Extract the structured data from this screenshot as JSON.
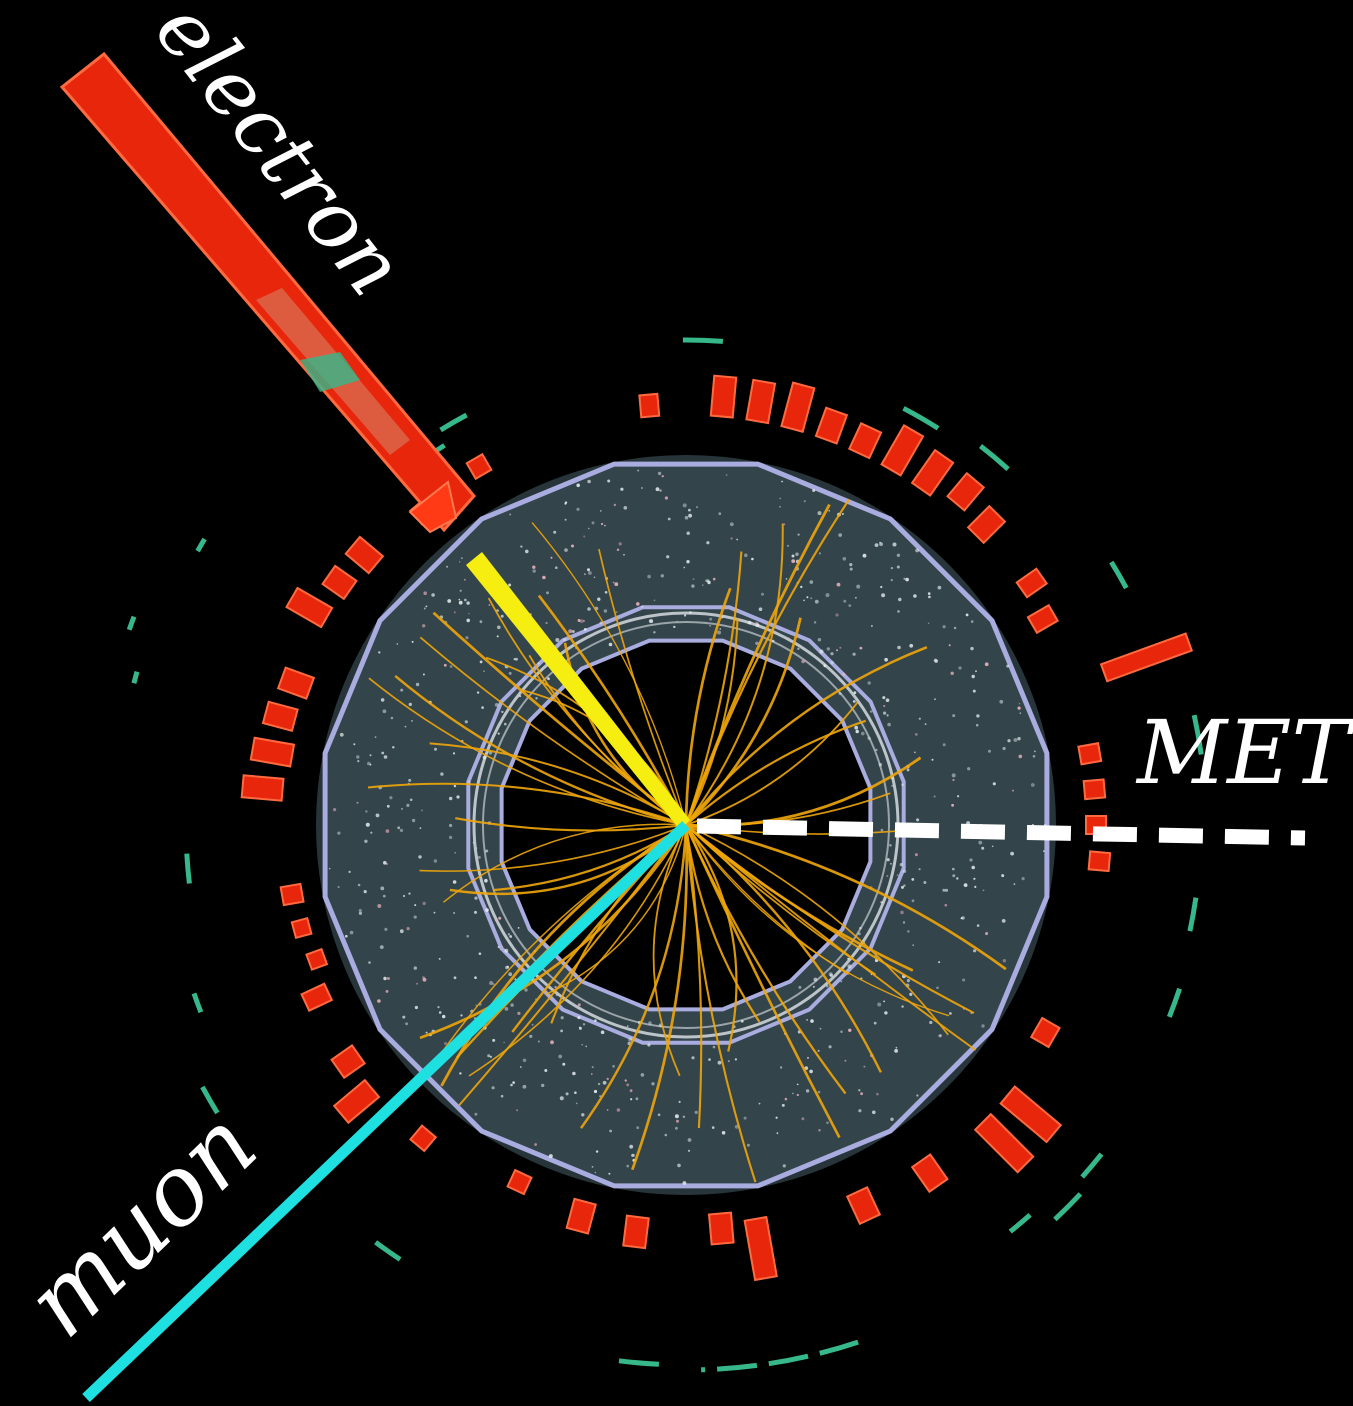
{
  "labels": {
    "electron": "electron",
    "met": "MET",
    "muon": "muon"
  },
  "colors": {
    "background": "#000000",
    "detector_fill": "#2b3a40",
    "detector_outline": "#a9acdf",
    "track": "#f0a60a",
    "electron_track": "#f5ee10",
    "muon_track": "#1fe0e0",
    "calorimeter": "#ff2a0a",
    "muon_chamber": "#36b88a",
    "met": "#ffffff"
  }
}
